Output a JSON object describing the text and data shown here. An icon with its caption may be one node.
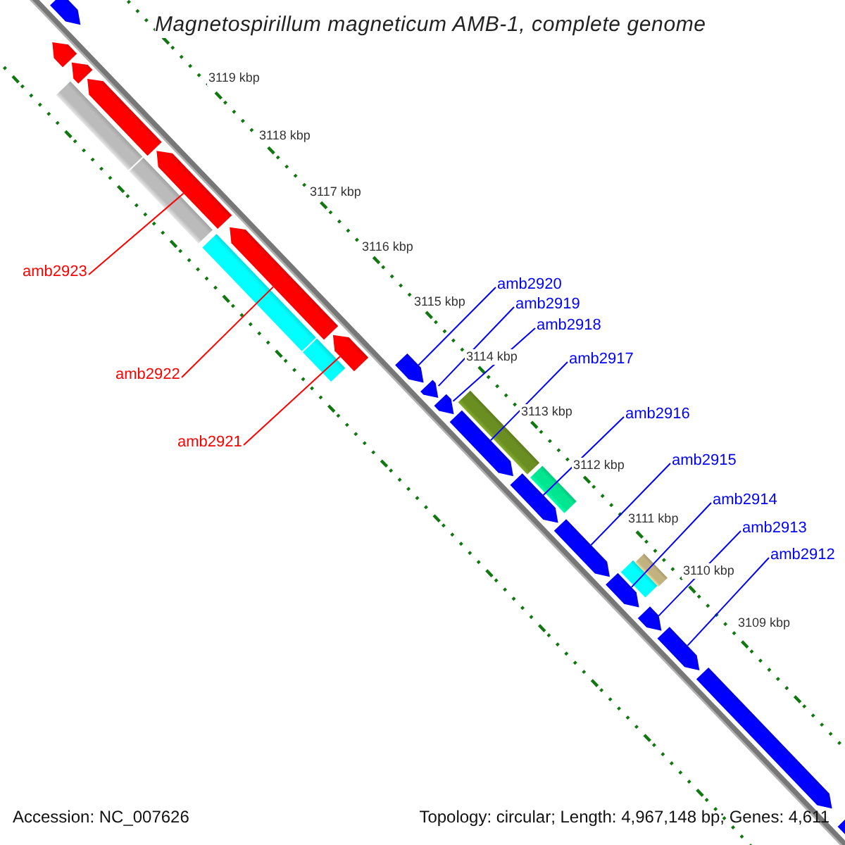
{
  "diagram": {
    "title": "Magnetospirillum magneticum AMB-1, complete genome",
    "nodes": [
      {
        "text": [
          "amb2923"
        ]
      },
      {
        "text": [
          "amb2920"
        ]
      },
      {
        "text": [
          "amb2919"
        ]
      },
      {
        "text": [
          "amb2918"
        ]
      },
      {
        "text": [
          "amb2917"
        ]
      },
      {
        "text": [
          "amb2922"
        ]
      },
      {
        "text": [
          "amb2916"
        ]
      },
      {
        "text": [
          "amb2921"
        ]
      },
      {
        "text": [
          "amb2915"
        ]
      },
      {
        "text": [
          "amb2914"
        ]
      },
      {
        "text": [
          "amb2913"
        ]
      },
      {
        "text": [
          "amb2912"
        ]
      },
      {
        "text": [],
        "shape": "bar"
      },
      {
        "text": [],
        "shape": "bar"
      },
      {
        "text": [],
        "shape": "bar"
      },
      {
        "text": [],
        "shape": "bar"
      },
      {
        "text": [],
        "shape": "bar"
      },
      {
        "text": [],
        "shape": "bar"
      },
      {
        "text": [],
        "shape": "bar"
      },
      {
        "text": [],
        "shape": "bar"
      },
      {
        "text": [],
        "shape": "bar"
      },
      {
        "text": [],
        "shape": "bar"
      },
      {
        "text": [],
        "shape": "bar"
      },
      {
        "text": [],
        "shape": "bar"
      },
      {
        "text": [],
        "shape": "bar"
      },
      {
        "text": [],
        "shape": "bar"
      },
      {
        "text": [],
        "shape": "bar"
      },
      {
        "text": [],
        "shape": "bar"
      },
      {
        "text": [],
        "shape": "bar"
      },
      {
        "text": [],
        "shape": "bar"
      },
      {
        "text": [],
        "shape": "bar"
      },
      {
        "text": [],
        "shape": "bar"
      },
      {
        "text": [],
        "shape": "bar"
      },
      {
        "text": [],
        "shape": "bar"
      },
      {
        "text": [],
        "shape": "bar"
      },
      {
        "text": [],
        "shape": "bar"
      },
      {
        "text": [],
        "shape": "bar"
      },
      {
        "text": [],
        "shape": "bar"
      }
    ],
    "edges": [
      {
        "from": 0,
        "to": 18,
        "arrow": "none",
        "color": "#ff0000"
      },
      {
        "from": 1,
        "to": 23,
        "arrow": "none"
      },
      {
        "from": 2,
        "to": 24,
        "arrow": "none"
      },
      {
        "from": 3,
        "to": 25,
        "arrow": "none"
      },
      {
        "from": 4,
        "to": 27,
        "arrow": "none"
      },
      {
        "from": 5,
        "to": 20,
        "arrow": "none",
        "color": "#ff0000"
      },
      {
        "from": 6,
        "to": 28,
        "arrow": "none"
      },
      {
        "from": 7,
        "to": 22,
        "arrow": "none",
        "color": "#ff0000"
      },
      {
        "from": 8,
        "to": 30,
        "arrow": "none"
      },
      {
        "from": 9,
        "to": 31,
        "arrow": "none"
      },
      {
        "from": 10,
        "to": 34,
        "arrow": "none"
      },
      {
        "from": 11,
        "to": 35,
        "arrow": "none"
      }
    ],
    "labels": [
      "3119 kbp",
      "3118 kbp",
      "3117 kbp",
      "3116 kbp",
      "3115 kbp",
      "3114 kbp",
      "3113 kbp",
      "3112 kbp",
      "3111 kbp",
      "3110 kbp",
      "3109 kbp",
      "Accession: NC_007626",
      "Topology: circular; Length: 4,967,148 bp; Genes: 4,611"
    ]
  }
}
